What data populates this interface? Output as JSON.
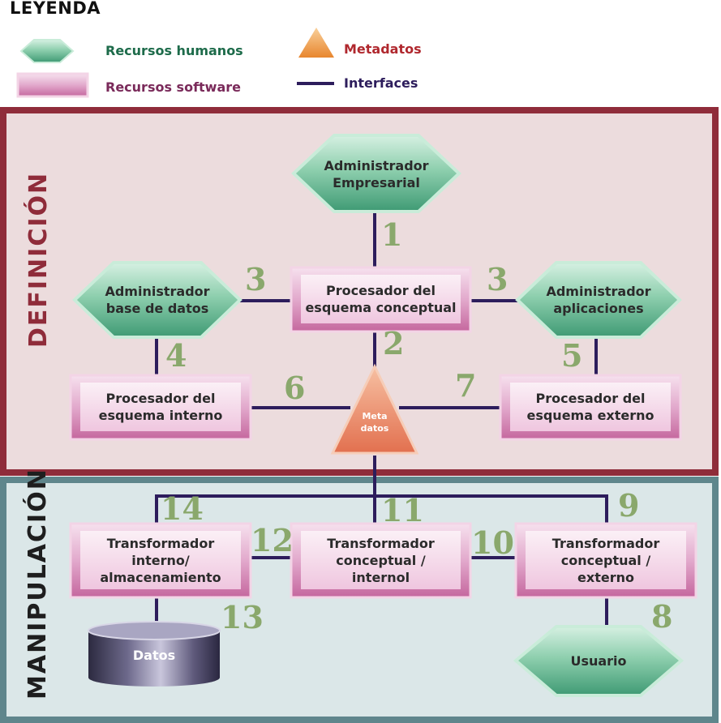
{
  "legend": {
    "title": "LEYENDA",
    "human_resources": "Recursos humanos",
    "software_resources": "Recursos software",
    "metadata": "Metadatos",
    "interfaces": "Interfaces"
  },
  "sections": {
    "definition": "DEFINICIÓN",
    "manipulation": "MANIPULACIÓN"
  },
  "human": {
    "business_admin": "Administrador\nEmpresarial",
    "db_admin": "Administrador\nbase de datos",
    "app_admin": "Administrador\naplicaciones",
    "user": "Usuario"
  },
  "software": {
    "conceptual_processor": "Procesador del\nesquema conceptual",
    "internal_processor": "Procesador del\nesquema interno",
    "external_processor": "Procesador del\nesquema externo",
    "internal_storage_transformer": "Transformador\ninterno/\nalmacenamiento",
    "conceptual_internal_transformer": "Transformador\nconceptual /\ninternol",
    "conceptual_external_transformer": "Transformador\nconceptual /\nexterno"
  },
  "metadata_node": "Meta\ndatos",
  "data_store": "Datos",
  "interfaces": [
    "1",
    "2",
    "3",
    "3",
    "4",
    "5",
    "6",
    "7",
    "8",
    "9",
    "10",
    "11",
    "12",
    "13",
    "14"
  ],
  "colors": {
    "definition_border": "#8f2c3a",
    "definition_fill": "#ecdcdd",
    "manipulation_border": "#5f868c",
    "manipulation_fill": "#dbe7e8",
    "line": "#2d1d5c",
    "number": "#8aa86c",
    "human_label": "#1d6b4a",
    "software_label": "#7a2a5a",
    "metadata_label": "#b0282e",
    "interfaces_label": "#2d1d5c"
  }
}
